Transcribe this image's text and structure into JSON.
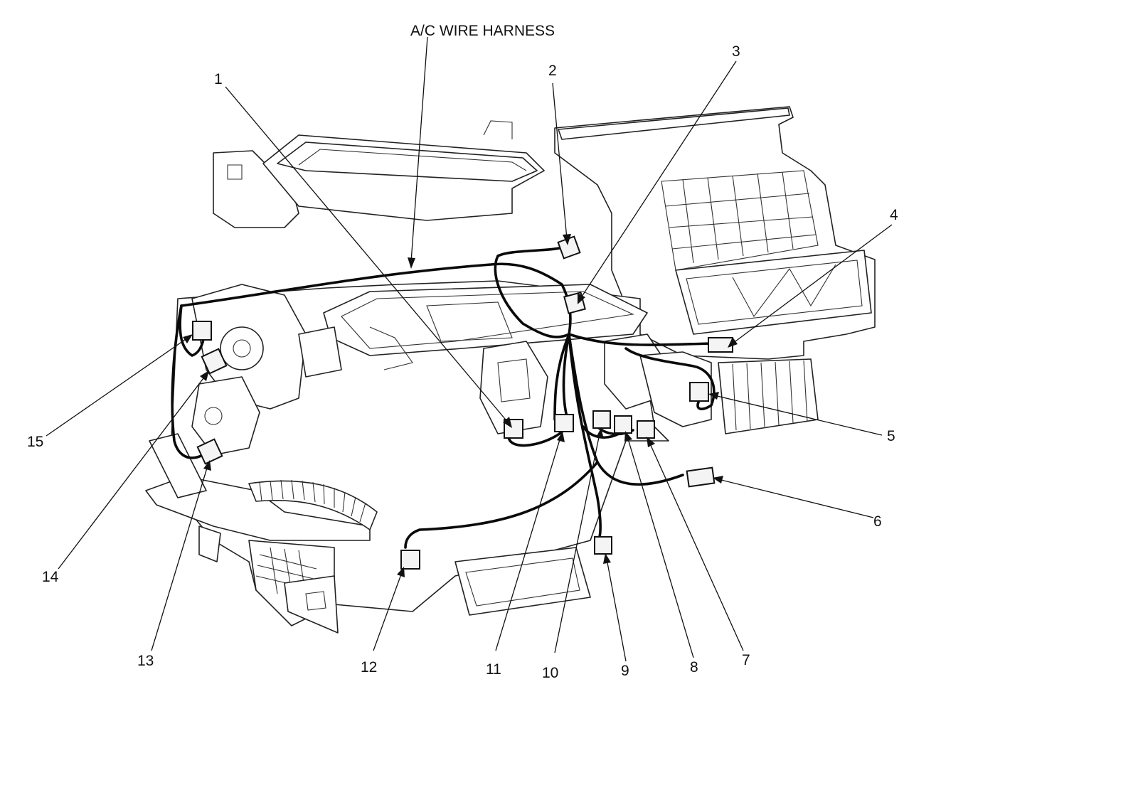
{
  "title": "A/C WIRE HARNESS",
  "callouts": [
    {
      "label": "1"
    },
    {
      "label": "2"
    },
    {
      "label": "3"
    },
    {
      "label": "4"
    },
    {
      "label": "5"
    },
    {
      "label": "6"
    },
    {
      "label": "7"
    },
    {
      "label": "8"
    },
    {
      "label": "9"
    },
    {
      "label": "10"
    },
    {
      "label": "11"
    },
    {
      "label": "12"
    },
    {
      "label": "13"
    },
    {
      "label": "14"
    },
    {
      "label": "15"
    }
  ]
}
